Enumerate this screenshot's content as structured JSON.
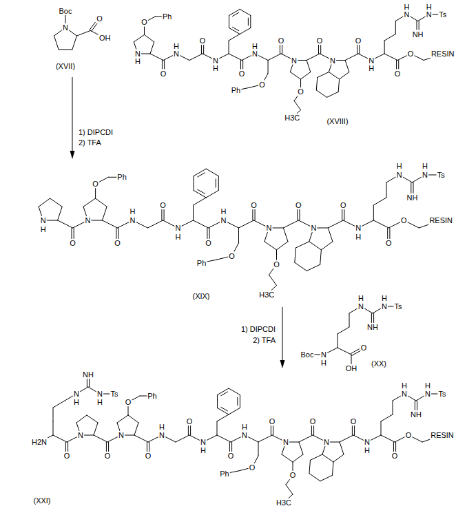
{
  "diagram": {
    "nodes": [
      {
        "text": [
          "(XVII)"
        ]
      },
      {
        "text": [
          "(XVIII)"
        ]
      },
      {
        "text": [
          "(XIX)"
        ]
      },
      {
        "text": [
          "(XX)"
        ]
      },
      {
        "text": [
          "(XXI)"
        ]
      }
    ],
    "edges": [
      {
        "from": 0,
        "to": 2,
        "arrow": "to"
      },
      {
        "from": 2,
        "to": 4,
        "arrow": "to"
      }
    ],
    "labels": [
      "Boc",
      "N",
      "O",
      "OH",
      "1) DIPCDI",
      "2) TFA",
      "N",
      "H",
      "O",
      "Ph",
      "O",
      "N",
      "H",
      "O",
      "N",
      "H",
      "O",
      "N",
      "H",
      "O",
      "Ph",
      "O",
      "N",
      "O",
      "H3C",
      "O",
      "N",
      "O",
      "N",
      "H",
      "N",
      "H",
      "NH",
      "N",
      "H",
      "Ts",
      "O",
      "O",
      "RESIN",
      "H",
      "N",
      "O",
      "N",
      "O",
      "Ph",
      "O",
      "N",
      "H",
      "O",
      "N",
      "H",
      "O",
      "N",
      "H",
      "O",
      "Ph",
      "O",
      "N",
      "O",
      "H3C",
      "O",
      "N",
      "O",
      "N",
      "H",
      "N",
      "H",
      "NH",
      "N",
      "H",
      "Ts",
      "O",
      "O",
      "RESIN",
      "Boc",
      "N",
      "H",
      "O",
      "OH",
      "N",
      "H",
      "NH",
      "N",
      "H",
      "Ts",
      "1) DIPCDI",
      "2) TFA",
      "N",
      "H",
      "NH",
      "N",
      "H",
      "Ts",
      "H2N",
      "O",
      "N",
      "O",
      "N",
      "O",
      "Ph",
      "O",
      "N",
      "H",
      "O",
      "N",
      "H",
      "O",
      "N",
      "H",
      "O",
      "Ph",
      "O",
      "N",
      "O",
      "H3C",
      "O",
      "N",
      "O",
      "N",
      "H",
      "N",
      "H",
      "NH",
      "N",
      "H",
      "Ts",
      "O",
      "O",
      "RESIN"
    ]
  }
}
